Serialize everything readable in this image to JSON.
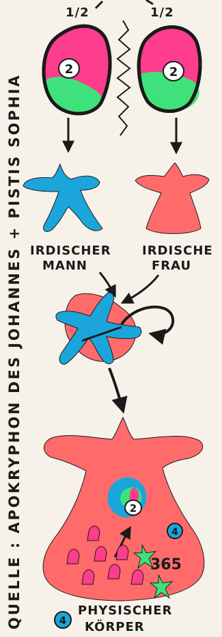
{
  "side_text": "QUELLE : APOKRYPHON DES JOHANNES + PISTIS SOPHIA",
  "top_left_fraction": "1/2",
  "top_right_fraction": "1/2",
  "soul_badge_left": "2",
  "soul_badge_right": "2",
  "left_figure_label_line1": "IRDISCHER",
  "left_figure_label_line2": "MANN",
  "right_figure_label_line1": "IRDISCHE",
  "right_figure_label_line2": "FRAU",
  "body_badge_soul": "2",
  "body_badge_physical": "4",
  "body_count": "365",
  "legend_badge": "4",
  "legend_line1": "PHYSISCHER",
  "legend_line2": "KÖRPER",
  "colors": {
    "paper": "#f6f1e9",
    "magenta": "#ff3d8d",
    "green": "#3fe27a",
    "blue": "#1aa6db",
    "salmon": "#ff6b6b",
    "ink": "#1a1a1a"
  }
}
